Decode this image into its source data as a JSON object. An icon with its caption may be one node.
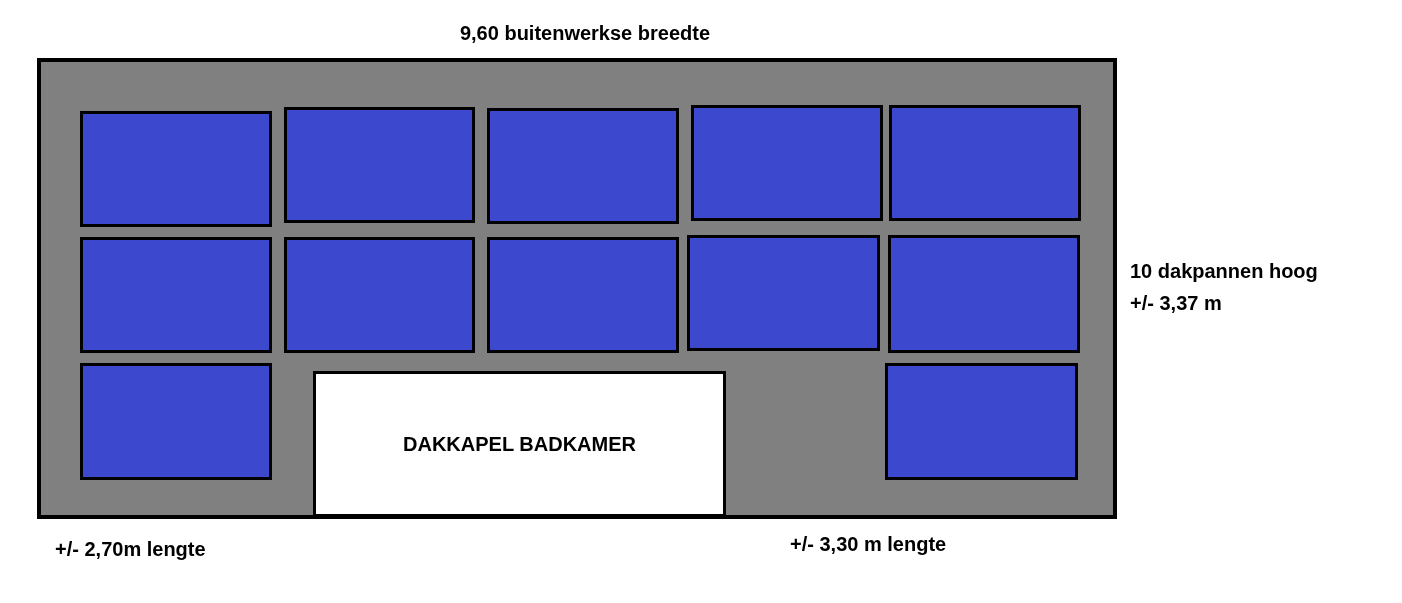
{
  "diagram": {
    "nodes": [
      {
        "text": [],
        "shape": "box"
      },
      {
        "text": [],
        "shape": "box",
        "in": 0
      },
      {
        "text": [],
        "shape": "box",
        "in": 0
      },
      {
        "text": [],
        "shape": "box",
        "in": 0
      },
      {
        "text": [],
        "shape": "box",
        "in": 0
      },
      {
        "text": [],
        "shape": "box",
        "in": 0
      },
      {
        "text": [],
        "shape": "box",
        "in": 0
      },
      {
        "text": [],
        "shape": "box",
        "in": 0
      },
      {
        "text": [],
        "shape": "box",
        "in": 0
      },
      {
        "text": [],
        "shape": "box",
        "in": 0
      },
      {
        "text": [],
        "shape": "box",
        "in": 0
      },
      {
        "text": [],
        "shape": "box",
        "in": 0
      },
      {
        "text": [],
        "shape": "box",
        "in": 0
      },
      {
        "text": [
          "DAKKAPEL BADKAMER"
        ],
        "in": 0
      }
    ],
    "labels": [
      "9,60 buitenwerkse breedte",
      "10 dakpannen hoog",
      "+/- 3,37 m",
      "+/- 2,70m lengte",
      "+/- 3,30 m lengte"
    ]
  }
}
